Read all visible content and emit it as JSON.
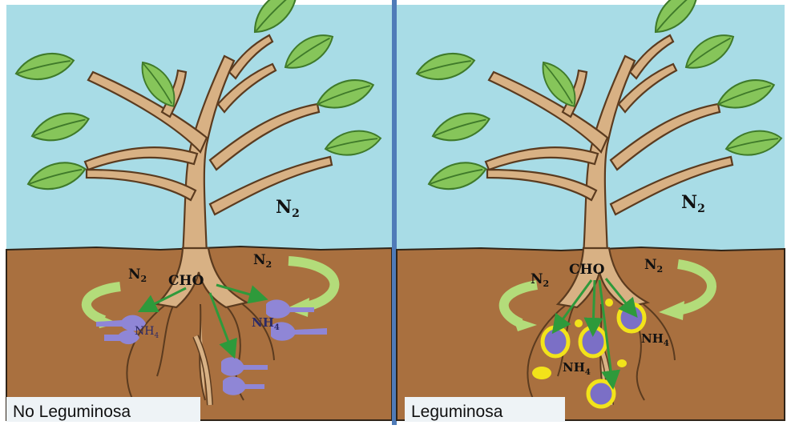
{
  "panels": [
    {
      "caption": "No Leguminosa",
      "air_label": "N",
      "air_sub": "2",
      "soil_n2_left": "N",
      "soil_n2_left_sub": "2",
      "soil_n2_right": "N",
      "soil_n2_right_sub": "2",
      "cho": "CHO",
      "nh4_a": "NH",
      "nh4_a_sub": "4",
      "nh4_b": "NH",
      "nh4_b_sub": "4"
    },
    {
      "caption": "Leguminosa",
      "air_label": "N",
      "air_sub": "2",
      "soil_n2_left": "N",
      "soil_n2_left_sub": "2",
      "soil_n2_right": "N",
      "soil_n2_right_sub": "2",
      "cho": "CHO",
      "nh4_a": "NH",
      "nh4_a_sub": "4",
      "nh4_b": "NH",
      "nh4_b_sub": "4"
    }
  ],
  "colors": {
    "sky": "#a8dce6",
    "soil": "#a9703f",
    "trunk": "#d8b184",
    "leaf": "#86c55a",
    "leaf_dark": "#4e8a33",
    "divider": "#4f7bb8",
    "arrow_green": "#2e9a3b",
    "arrow_light": "#b3dc7a",
    "bacteria": "#8f86d6",
    "nodule": "#f2e31a"
  }
}
